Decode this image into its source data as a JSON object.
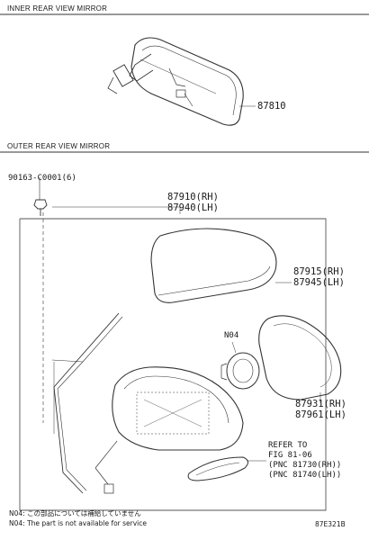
{
  "sections": {
    "inner": {
      "title": "INNER REAR VIEW MIRROR",
      "parts": [
        {
          "number": "87810"
        }
      ]
    },
    "outer": {
      "title": "OUTER REAR VIEW MIRROR",
      "screw": {
        "number": "90163-C0001(6)"
      },
      "cover": {
        "line1": "87910(RH)",
        "line2": "87940(LH)"
      },
      "cap": {
        "line1": "87915(RH)",
        "line2": "87945(LH)"
      },
      "motor": {
        "label": "N04"
      },
      "glass": {
        "line1": "87931(RH)",
        "line2": "87961(LH)"
      },
      "refer": {
        "line1": "REFER TO",
        "line2": "FIG 81-06",
        "line3": "(PNC 81730(RH))",
        "line4": "(PNC 81740(LH))"
      }
    }
  },
  "notes": {
    "jp": "N04: この部品については補給していません",
    "en": "N04: The part is not available for service"
  },
  "figure_code": "87E321B",
  "colors": {
    "line": "#333333",
    "frame": "#555555",
    "background": "#ffffff"
  }
}
